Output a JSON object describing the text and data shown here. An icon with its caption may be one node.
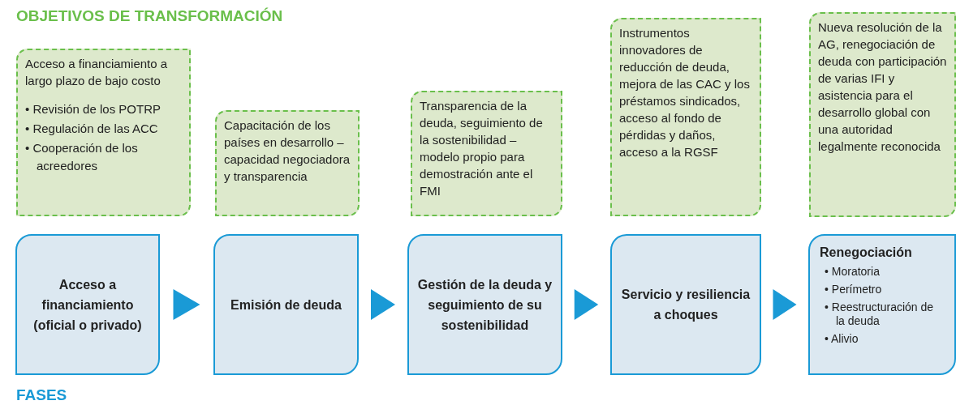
{
  "diagram": {
    "nodes": [
      {
        "text": [
          "Acceso a financiamiento a largo plazo de bajo costo",
          "• Revisión de los POTRP",
          "• Regulación de las ACC",
          "• Cooperación de los acreedores"
        ]
      },
      {
        "text": [
          "Capacitación de los países en desarrollo – capacidad negociadora y transparencia"
        ]
      },
      {
        "text": [
          "Transparencia de la deuda, seguimiento de la sostenibilidad – modelo propio para demostración ante el FMI"
        ]
      },
      {
        "text": [
          "Instrumentos innovadores de reducción de deuda, mejora de las CAC y los préstamos sindicados, acceso al fondo de pérdidas y daños, acceso a la RGSF"
        ]
      },
      {
        "text": [
          "Nueva resolución de la AG, renegociación de deuda con participación de varias IFI y asistencia para el desarrollo global con una autoridad legalmente reconocida"
        ]
      },
      {
        "text": [
          "Acceso a financiamiento (oficial o privado)"
        ]
      },
      {
        "text": [
          "Emisión de deuda"
        ]
      },
      {
        "text": [
          "Gestión de la deuda y seguimiento de su sostenibilidad"
        ]
      },
      {
        "text": [
          "Servicio y resiliencia a choques"
        ]
      },
      {
        "text": [
          "Renegociación",
          "• Moratoria",
          "• Perímetro",
          "• Reestructuración de la deuda",
          "• Alivio"
        ]
      }
    ],
    "edges": [
      {
        "from": 5,
        "to": 6,
        "arrow": "to"
      },
      {
        "from": 6,
        "to": 7,
        "arrow": "to"
      },
      {
        "from": 7,
        "to": 8,
        "arrow": "to"
      },
      {
        "from": 8,
        "to": 9,
        "arrow": "to"
      }
    ],
    "labels": [
      "OBJETIVOS DE TRANSFORMACIÓN",
      "FASES"
    ]
  }
}
